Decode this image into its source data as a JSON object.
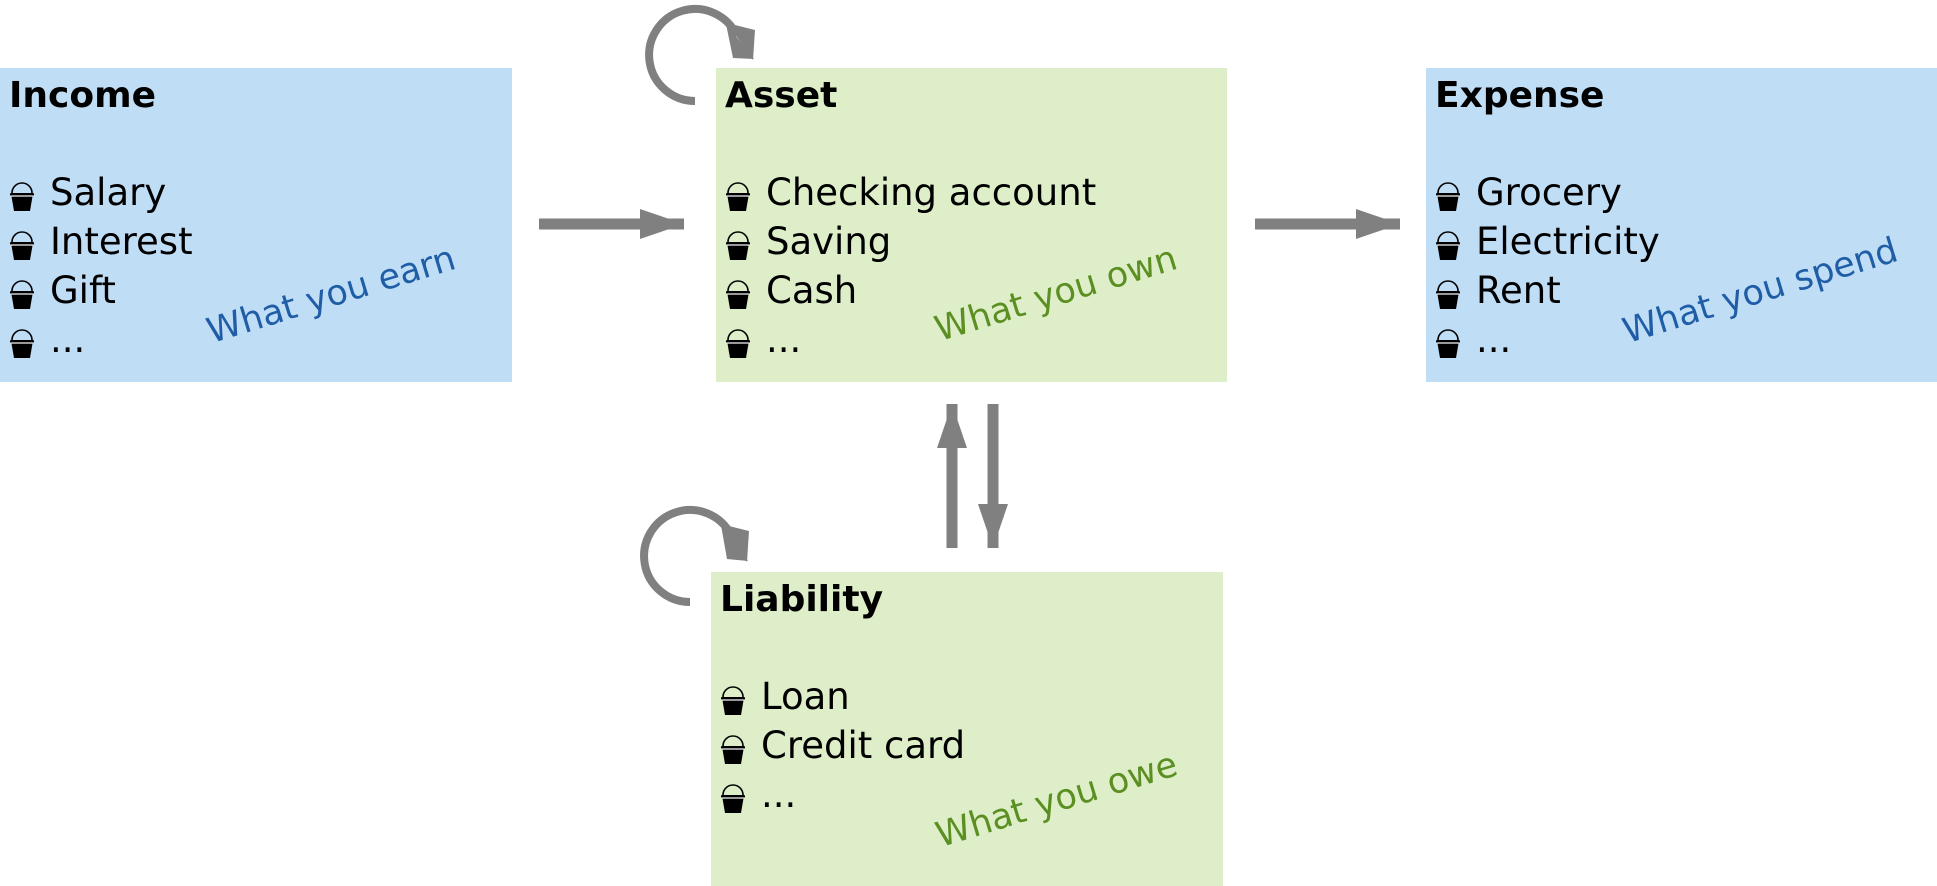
{
  "colors": {
    "blue_box": "#c0ddf6",
    "green_box": "#ddeec8",
    "blue_text": "#1f5ea6",
    "green_text": "#5b8f22",
    "arrow": "#808080"
  },
  "icons": {
    "item_bullet": "bucket-icon",
    "arrow": "arrow-icon",
    "self_loop": "circular-arrow-icon"
  },
  "boxes": {
    "income": {
      "title": "Income",
      "items": [
        "Salary",
        "Interest",
        "Gift",
        "..."
      ],
      "tagline": "What you earn"
    },
    "asset": {
      "title": "Asset",
      "items": [
        "Checking account",
        "Saving",
        "Cash",
        "..."
      ],
      "tagline": "What you own"
    },
    "expense": {
      "title": "Expense",
      "items": [
        "Grocery",
        "Electricity",
        "Rent",
        "..."
      ],
      "tagline": "What you spend"
    },
    "liability": {
      "title": "Liability",
      "items": [
        "Loan",
        "Credit card",
        "..."
      ],
      "tagline": "What you owe"
    }
  }
}
